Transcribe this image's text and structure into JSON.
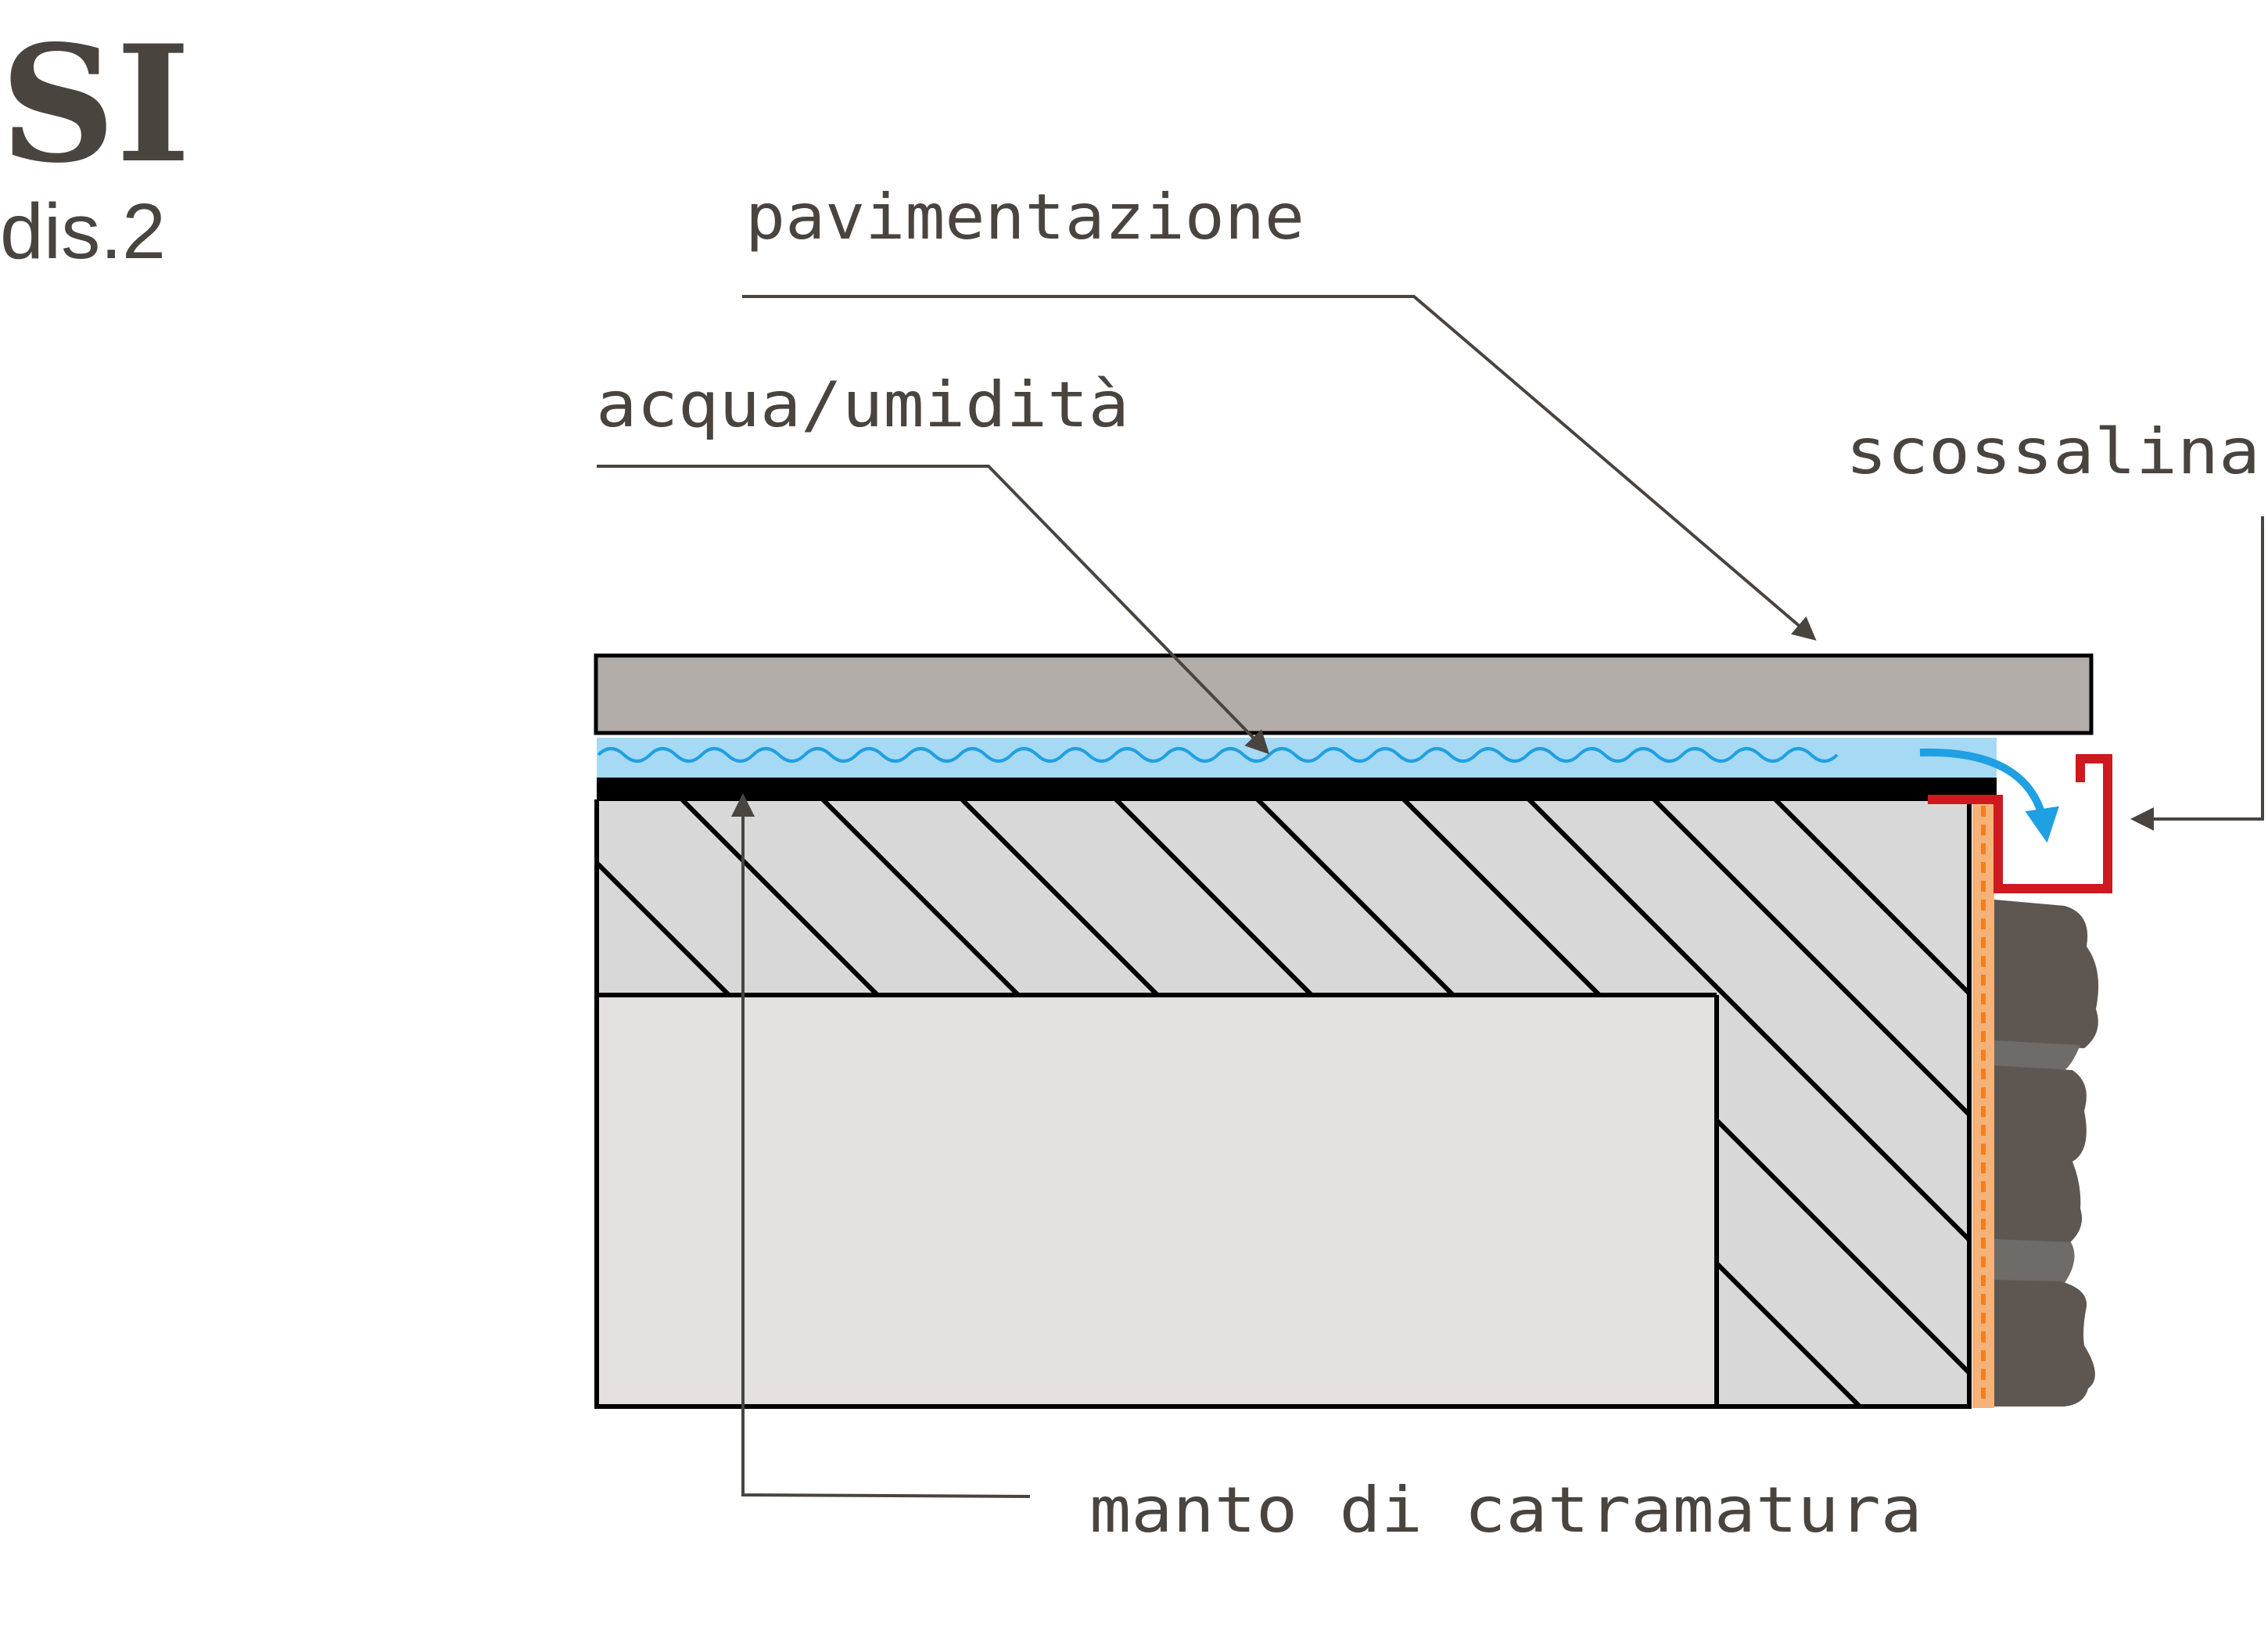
{
  "header": {
    "title": "SI",
    "subtitle": "dis.2"
  },
  "labels": {
    "pavimentazione": "pavimentazione",
    "acqua": "acqua/umidità",
    "scossalina": "scossalina",
    "manto": "manto di catramatura"
  },
  "colors": {
    "text": "#4a443f",
    "leader": "#4a443f",
    "paving": "#b2ada9",
    "water": "#a6d9f4",
    "water_wave": "#1fa0e2",
    "tar": "#000000",
    "slab_hatch": "#d8d8d8",
    "wall_inner": "#e4e0df",
    "flashing": "#cc1a1f",
    "sealant": "#f6b379",
    "sealant_dash": "#f07f22",
    "stone": "#5e5751",
    "stone_dark": "#6f6b68"
  }
}
